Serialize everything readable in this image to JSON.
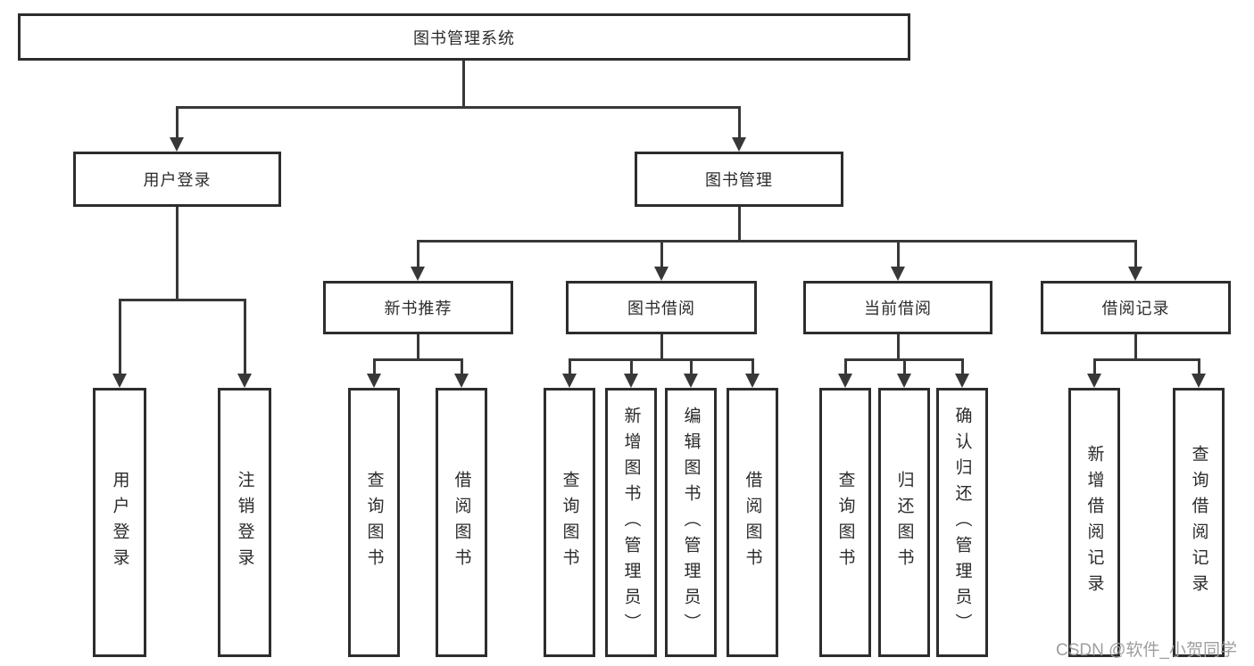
{
  "diagram": {
    "title": "图书管理系统",
    "watermark": "CSDN @软件_小贺同学",
    "level1": {
      "user_login": {
        "label": "用户登录"
      },
      "book_mgmt": {
        "label": "图书管理"
      }
    },
    "level2": {
      "new_books": {
        "label": "新书推荐"
      },
      "book_borrow": {
        "label": "图书借阅"
      },
      "current_borrow": {
        "label": "当前借阅"
      },
      "borrow_records": {
        "label": "借阅记录"
      }
    },
    "leaves": {
      "login": {
        "label": "用户登录"
      },
      "logout": {
        "label": "注销登录"
      },
      "nb_query": {
        "label": "查询图书"
      },
      "nb_borrow": {
        "label": "借阅图书"
      },
      "bb_query": {
        "label": "查询图书"
      },
      "bb_add": {
        "label": "新增图书（管理员）"
      },
      "bb_edit": {
        "label": "编辑图书（管理员）"
      },
      "bb_borrow": {
        "label": "借阅图书"
      },
      "cb_query": {
        "label": "查询图书"
      },
      "cb_return": {
        "label": "归还图书"
      },
      "cb_confirm": {
        "label": "确认归还（管理员）"
      },
      "rec_add": {
        "label": "新增借阅记录"
      },
      "rec_query": {
        "label": "查询借阅记录"
      }
    },
    "colors": {
      "line": "#383838",
      "box_border": "#2d2d2d",
      "text": "#2b2b2b",
      "watermark": "#9e9e9e",
      "background": "#ffffff"
    }
  }
}
